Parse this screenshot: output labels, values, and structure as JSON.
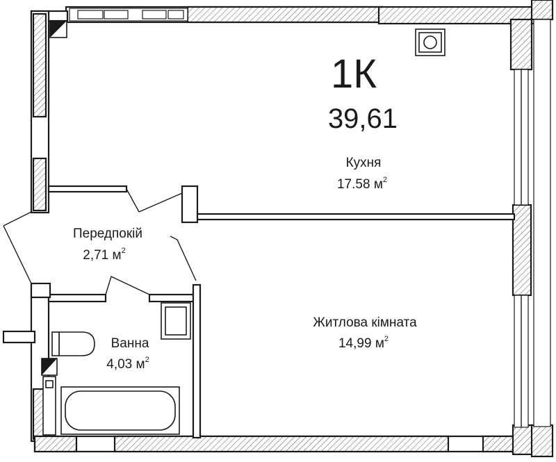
{
  "plan": {
    "type_label": "1К",
    "total_area": "39,61",
    "area_unit": "м",
    "area_exp": "2",
    "rooms": [
      {
        "name": "Кухня",
        "area": "17.58"
      },
      {
        "name": "Передпокій",
        "area": "2,71"
      },
      {
        "name": "Житлова кімната",
        "area": "14,99"
      },
      {
        "name": "Ванна",
        "area": "4,03"
      }
    ]
  }
}
